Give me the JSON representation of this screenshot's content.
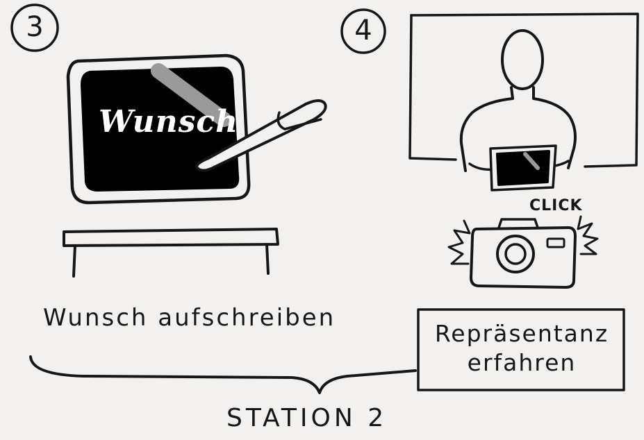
{
  "step3": {
    "number": "3",
    "tablet_text": "Wunsch",
    "caption": "Wunsch aufschreiben"
  },
  "step4": {
    "number": "4",
    "sound_text": "CLICK",
    "caption_line1": "Repräsentanz",
    "caption_line2": "erfahren"
  },
  "footer": {
    "label": "STATION 2"
  },
  "colors": {
    "ink": "#161616",
    "paper": "#f2f1ef",
    "screen": "#000000",
    "highlight": "#9a9a9a"
  },
  "icons": [
    "tablet-icon",
    "stylus-icon",
    "table-icon",
    "person-icon",
    "camera-icon",
    "brace-icon"
  ]
}
